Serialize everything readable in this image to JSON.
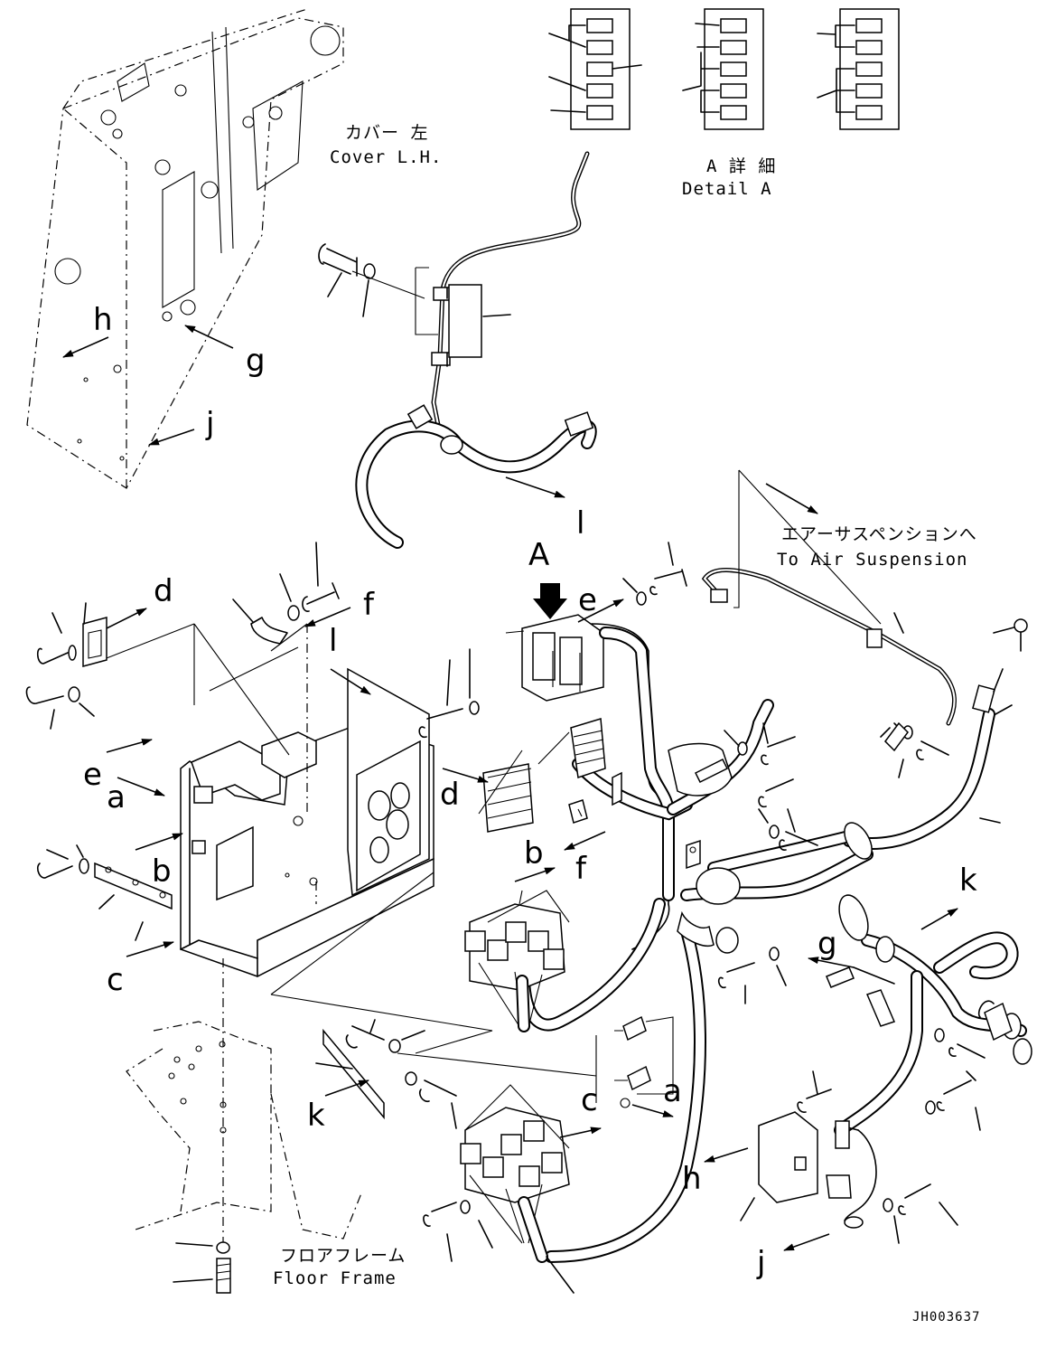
{
  "labels": {
    "cover_jp": "カバー 左",
    "cover_en": "Cover L.H.",
    "detail_jp": "A 詳 細",
    "detail_en": "Detail A",
    "air_jp": "エアーサスペンションへ",
    "air_en": "To Air Suspension",
    "floor_jp": "フロアフレーム",
    "floor_en": "Floor Frame",
    "drawing_no": "JH003637"
  },
  "callouts": {
    "A": "A",
    "a": "a",
    "b": "b",
    "c": "c",
    "d": "d",
    "e": "e",
    "f": "f",
    "g": "g",
    "h": "h",
    "j": "j",
    "k": "k",
    "l": "l"
  }
}
